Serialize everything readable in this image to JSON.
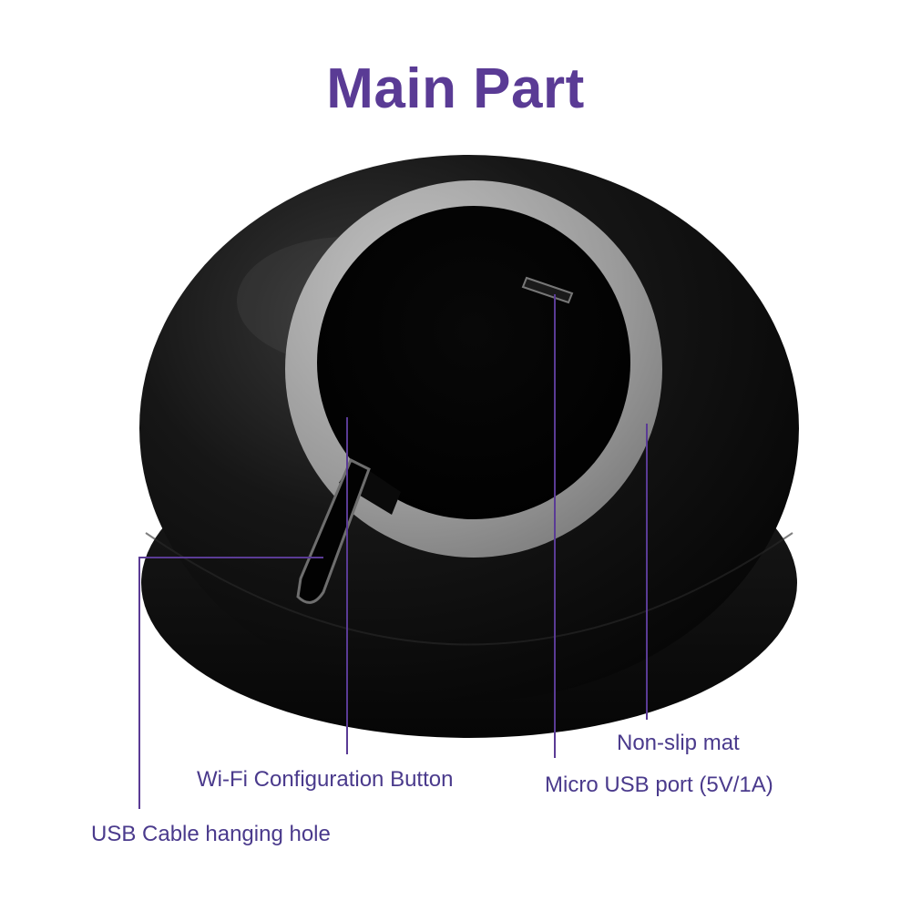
{
  "title": "Main Part",
  "callouts": {
    "usb_cable_hole": "USB Cable hanging hole",
    "wifi_button": "Wi-Fi Configuration Button",
    "micro_usb_port": "Micro USB port (5V/1A)",
    "non_slip_mat": "Non-slip mat"
  },
  "colors": {
    "title": "#5a3b95",
    "callout_text": "#4a3a8c",
    "leader_line": "#5a3b95",
    "device_body": "#0d0d0d",
    "ring": "#9a9a9a"
  }
}
